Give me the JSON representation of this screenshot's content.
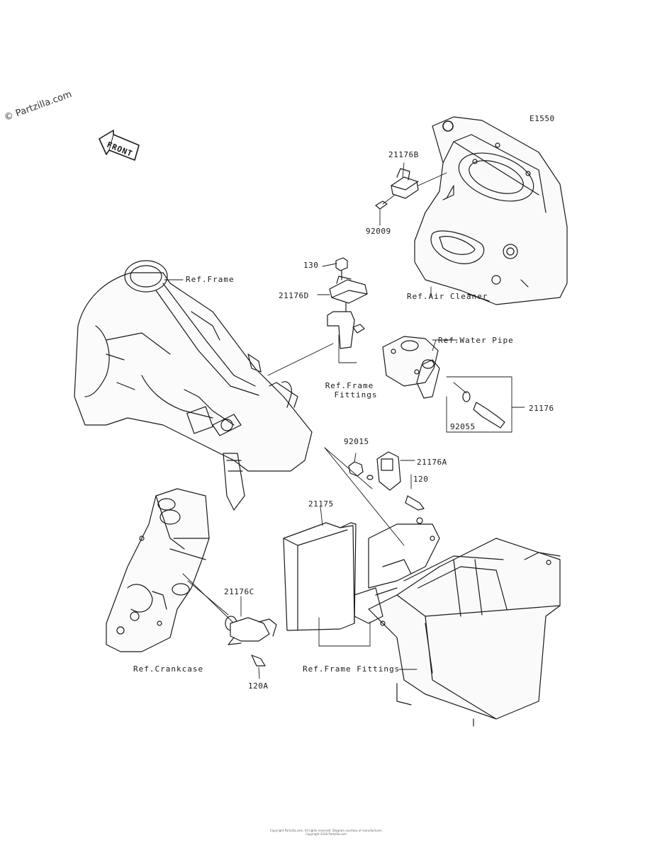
{
  "watermark": "© Partzilla.com",
  "diagram_code": "E1550",
  "front_label": "FRONT",
  "parts": [
    {
      "id": "p-21176b",
      "text": "21176B"
    },
    {
      "id": "p-92009",
      "text": "92009"
    },
    {
      "id": "p-130",
      "text": "130"
    },
    {
      "id": "p-21176d",
      "text": "21176D"
    },
    {
      "id": "p-21176",
      "text": "21176"
    },
    {
      "id": "p-92055",
      "text": "92055"
    },
    {
      "id": "p-92015",
      "text": "92015"
    },
    {
      "id": "p-21176a",
      "text": "21176A"
    },
    {
      "id": "p-120",
      "text": "120"
    },
    {
      "id": "p-21175",
      "text": "21175"
    },
    {
      "id": "p-21176c",
      "text": "21176C"
    },
    {
      "id": "p-120a",
      "text": "120A"
    }
  ],
  "references": {
    "frame": "Ref.Frame",
    "air_cleaner": "Ref.Air Cleaner",
    "water_pipe": "Ref.Water Pipe",
    "frame_fittings_1": "Ref.Frame",
    "frame_fittings_2": "Fittings",
    "crankcase": "Ref.Crankcase",
    "frame_fittings_bottom": "Ref.Frame Fittings"
  },
  "footer": {
    "line1": "Copyright Partzilla.com. All rights reserved. Diagram courtesy of manufacturer.",
    "line2": "Copyright 2018 Partzilla.com"
  }
}
